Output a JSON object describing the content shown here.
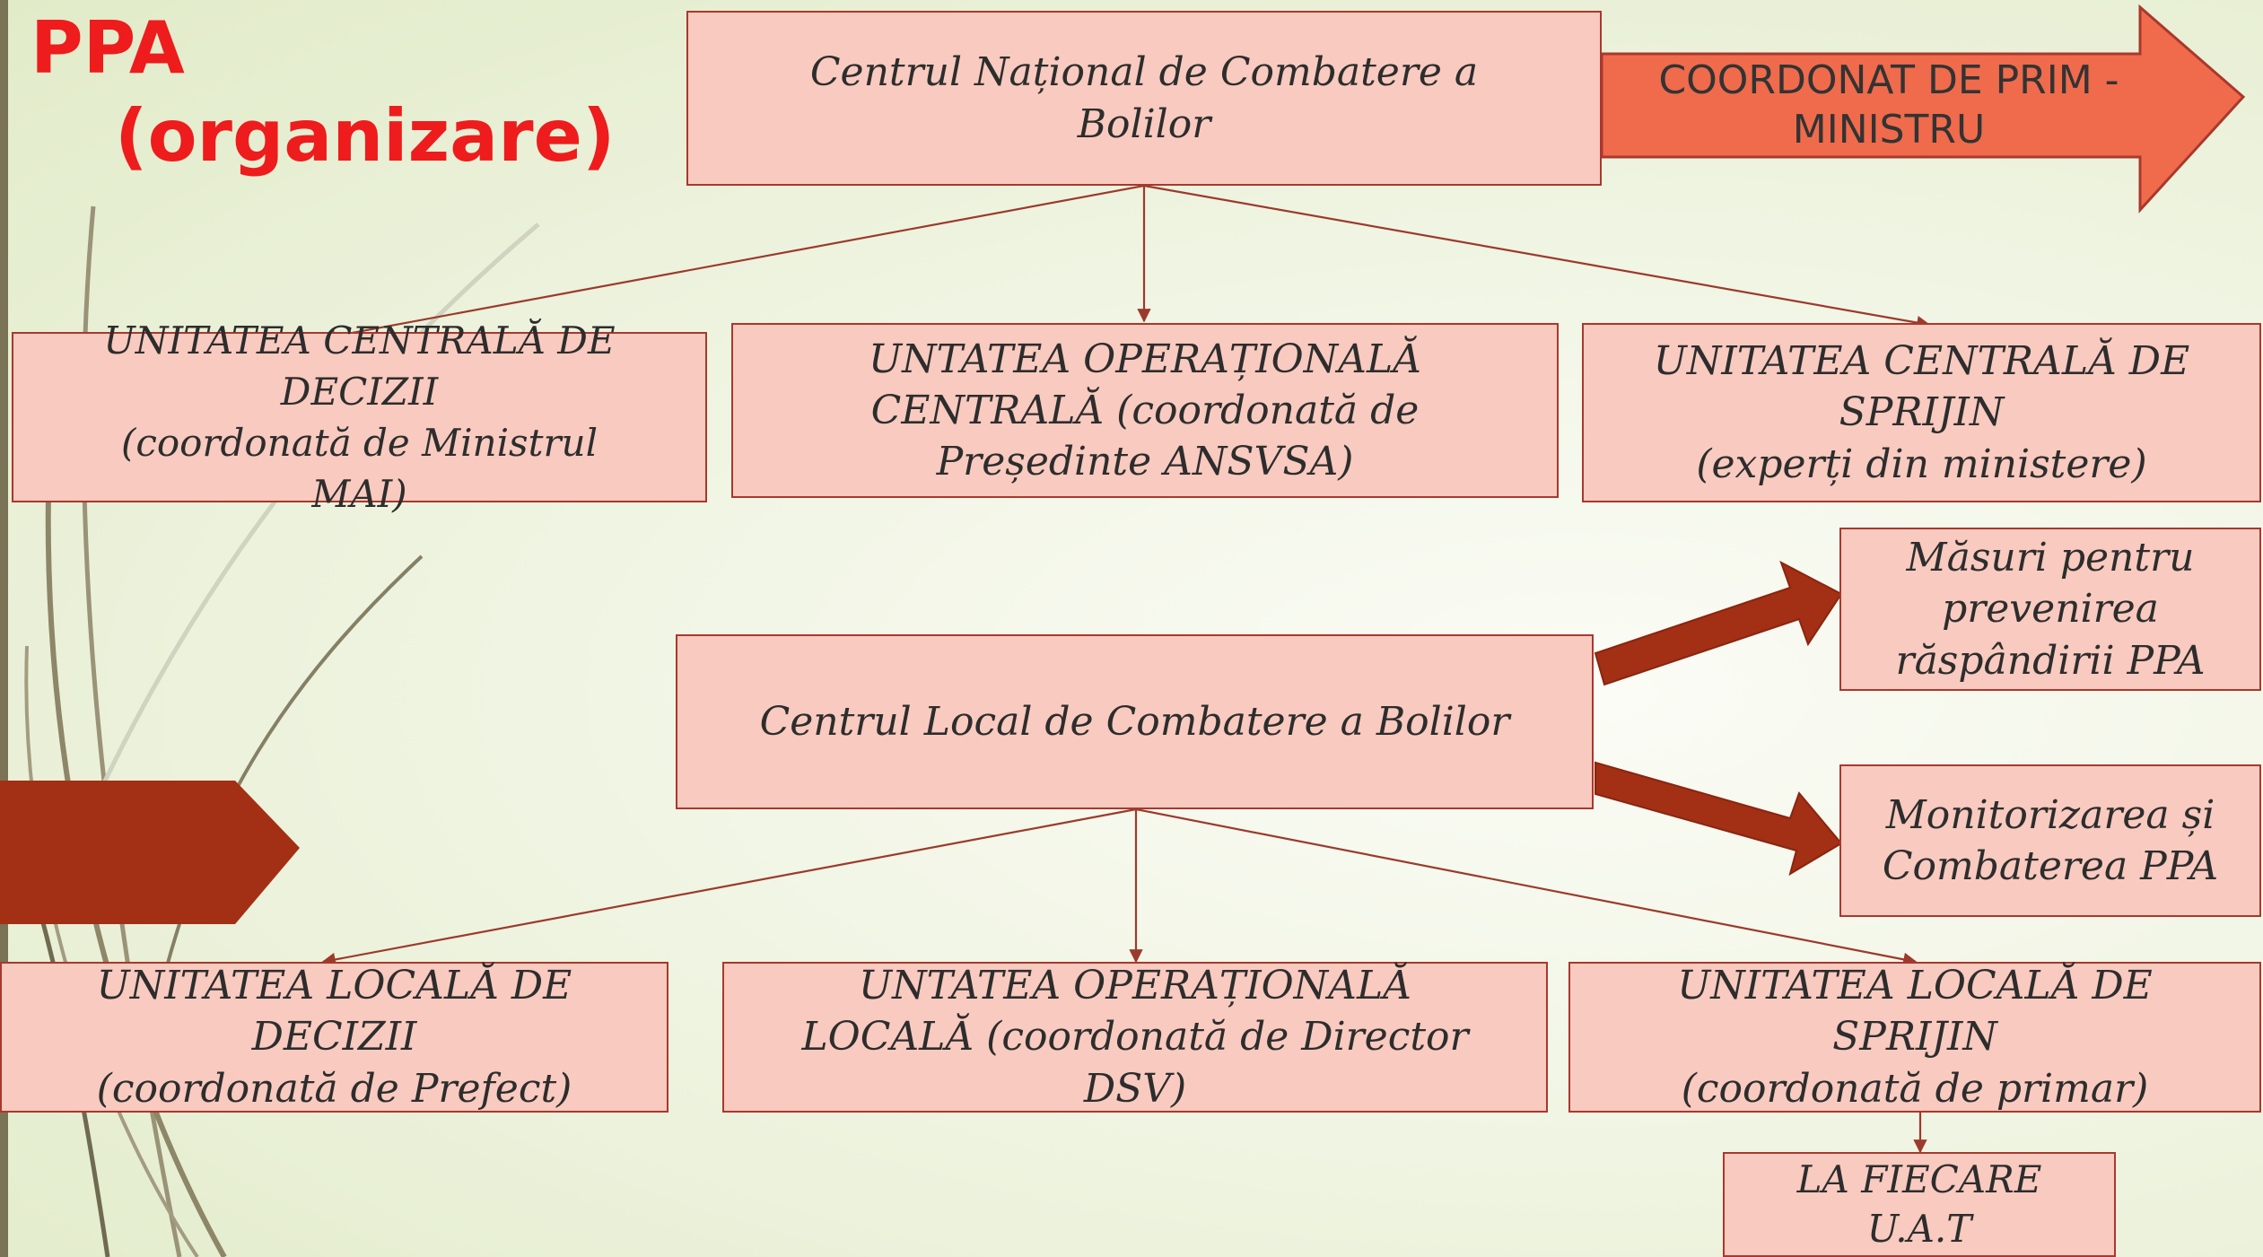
{
  "title": {
    "line1": "PPA",
    "line2": "(organizare)"
  },
  "national_center": {
    "line1": "Centrul Național de Combatere a",
    "line2": "Bolilor"
  },
  "coordination_arrow": {
    "line1": "COORDONAT DE PRIM -",
    "line2": "MINISTRU"
  },
  "central_units": [
    {
      "lines": [
        "UNITATEA CENTRALĂ DE",
        "DECIZII",
        "(coordonată de Ministrul",
        "MAI)"
      ]
    },
    {
      "lines": [
        "UNTATEA OPERAȚIONALĂ",
        "CENTRALĂ (coordonată de",
        "Președinte ANSVSA)"
      ]
    },
    {
      "lines": [
        "UNITATEA CENTRALĂ DE",
        "SPRIJIN",
        "(experți din ministere)"
      ]
    }
  ],
  "local_center": {
    "label": "Centrul Local de Combatere a Bolilor"
  },
  "actions": [
    {
      "lines": [
        "Măsuri pentru",
        "prevenirea",
        "răspândirii PPA"
      ]
    },
    {
      "lines": [
        "Monitorizarea și",
        "Combaterea PPA"
      ]
    }
  ],
  "local_units": [
    {
      "lines": [
        "UNITATEA LOCALĂ DE",
        "DECIZII",
        "(coordonată de Prefect)"
      ]
    },
    {
      "lines": [
        "UNTATEA OPERAȚIONALĂ",
        "LOCALĂ (coordonată de Director",
        "DSV)"
      ]
    },
    {
      "lines": [
        "UNITATEA LOCALĂ DE",
        "SPRIJIN",
        "(coordonată de primar)"
      ]
    }
  ],
  "uat": {
    "lines": [
      "LA FIECARE",
      "U.A.T"
    ]
  },
  "colors": {
    "box_fill": "#f9cabf",
    "box_border": "#a9382d",
    "title_red": "#ee1c1c",
    "arrow_orange": "#ef6b4c",
    "block_arrow_dark": "#a32f14",
    "connector": "#9c3a2c"
  }
}
